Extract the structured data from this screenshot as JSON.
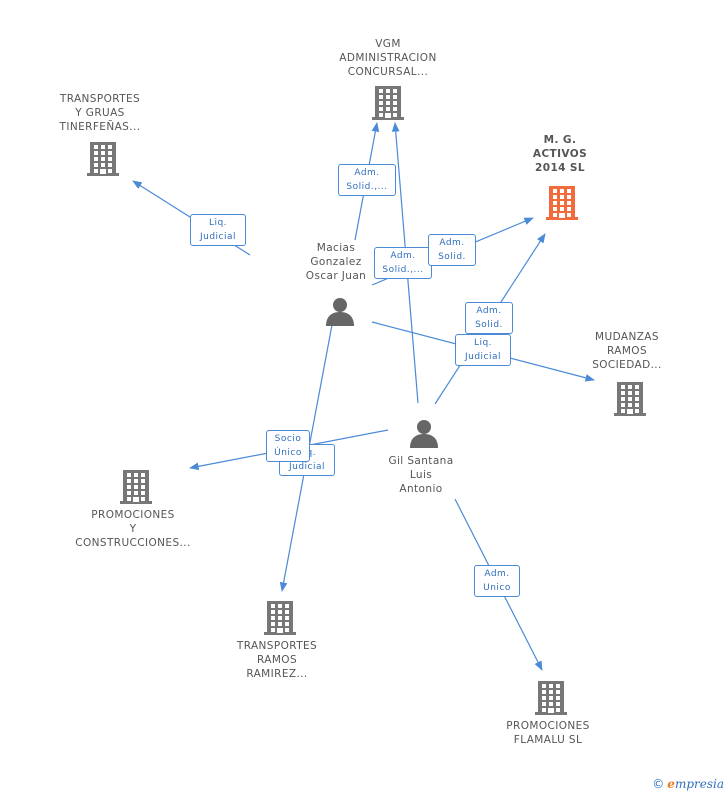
{
  "colors": {
    "edge": "#4a8ad7",
    "company": "#777777",
    "highlight": "#f26b3a",
    "person": "#666666"
  },
  "nodes": [
    {
      "id": "vgm",
      "type": "company",
      "lines": [
        "VGM",
        "ADMINISTRACION",
        "CONCURSAL..."
      ],
      "icon": "building-icon"
    },
    {
      "id": "transportes-gruas",
      "type": "company",
      "lines": [
        "TRANSPORTES",
        "Y GRUAS",
        "TINERFEÑAS..."
      ],
      "icon": "building-icon"
    },
    {
      "id": "mg-activos",
      "type": "company-main",
      "lines": [
        "M. G.",
        "ACTIVOS",
        "2014  SL"
      ],
      "icon": "building-icon"
    },
    {
      "id": "mudanzas",
      "type": "company",
      "lines": [
        "MUDANZAS",
        "RAMOS",
        "SOCIEDAD..."
      ],
      "icon": "building-icon"
    },
    {
      "id": "promociones-construcciones",
      "type": "company",
      "lines": [
        "PROMOCIONES",
        "Y",
        "CONSTRUCCIONES..."
      ],
      "icon": "building-icon"
    },
    {
      "id": "transportes-ramos",
      "type": "company",
      "lines": [
        "TRANSPORTES",
        "RAMOS",
        "RAMIREZ..."
      ],
      "icon": "building-icon"
    },
    {
      "id": "promociones-flamalu",
      "type": "company",
      "lines": [
        "PROMOCIONES",
        "FLAMALU SL"
      ],
      "icon": "building-icon"
    },
    {
      "id": "macias",
      "type": "person",
      "lines": [
        "Macias",
        "Gonzalez",
        "Oscar Juan"
      ],
      "icon": "person-icon"
    },
    {
      "id": "gil",
      "type": "person",
      "lines": [
        "Gil Santana",
        "Luis",
        "Antonio"
      ],
      "icon": "person-icon"
    }
  ],
  "edge_labels": [
    {
      "id": "macias-vgm",
      "lines": [
        "Adm.",
        "Solid.,..."
      ]
    },
    {
      "id": "gil-vgm",
      "lines": [
        "Adm.",
        "Solid.,..."
      ]
    },
    {
      "id": "macias-mg",
      "lines": [
        "Adm.",
        "Solid."
      ]
    },
    {
      "id": "gil-mg",
      "lines": [
        "Adm.",
        "Solid."
      ]
    },
    {
      "id": "macias-transportes-gruas",
      "lines": [
        "Liq.",
        "Judicial"
      ]
    },
    {
      "id": "macias-mudanzas",
      "lines": [
        "Liq.",
        "Judicial"
      ]
    },
    {
      "id": "gil-promociones-liq",
      "lines": [
        "Liq.",
        "Judicial"
      ]
    },
    {
      "id": "gil-promociones-socio",
      "lines": [
        "Socio",
        "Único"
      ]
    },
    {
      "id": "gil-flamalu",
      "lines": [
        "Adm.",
        "Unico"
      ]
    }
  ],
  "brand": {
    "copyright": "©",
    "initial": "e",
    "name": "mpresia"
  }
}
